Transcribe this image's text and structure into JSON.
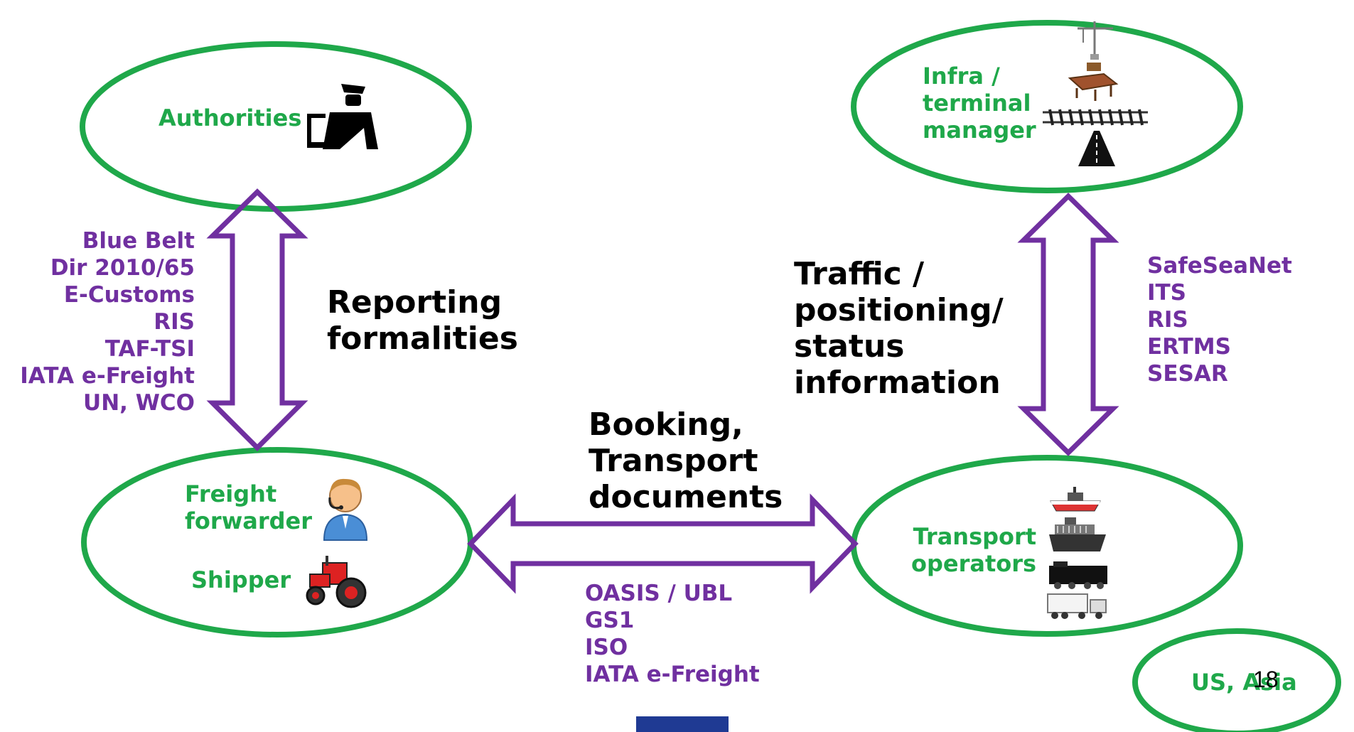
{
  "nodes": {
    "authorities": "Authorities",
    "infra": [
      "Infra /",
      "terminal",
      "manager"
    ],
    "freight_forwarder": [
      "Freight",
      "forwarder"
    ],
    "shipper": "Shipper",
    "transport_operators": [
      "Transport",
      "operators"
    ],
    "us_asia": "US, Asia"
  },
  "links": {
    "reporting": {
      "title": [
        "Reporting",
        "formalities"
      ],
      "standards": [
        "Blue Belt",
        "Dir 2010/65",
        "E-Customs",
        "RIS",
        "TAF-TSI",
        "IATA e-Freight",
        "UN, WCO"
      ]
    },
    "traffic": {
      "title": [
        "Traffic /",
        "positioning/",
        "status",
        "information"
      ],
      "standards": [
        "SafeSeaNet",
        "ITS",
        "RIS",
        "ERTMS",
        "SESAR"
      ]
    },
    "booking": {
      "title": [
        "Booking,",
        "Transport",
        "documents"
      ],
      "standards": [
        "OASIS / UBL",
        "GS1",
        "ISO",
        "IATA e-Freight"
      ]
    }
  },
  "page_number": "18",
  "colors": {
    "ellipse_stroke": "#1fa84a",
    "arrow_stroke": "#7030a0",
    "node_text": "#1fa84a",
    "standard_text": "#7030a0",
    "footer_block": "#1f3a93"
  },
  "icons": [
    "customs-officer-icon",
    "crane-icon",
    "dock-icon",
    "rail-track-icon",
    "road-icon",
    "call-center-agent-icon",
    "tractor-icon",
    "ferry-icon",
    "cargo-ship-icon",
    "locomotive-icon",
    "truck-icon"
  ]
}
